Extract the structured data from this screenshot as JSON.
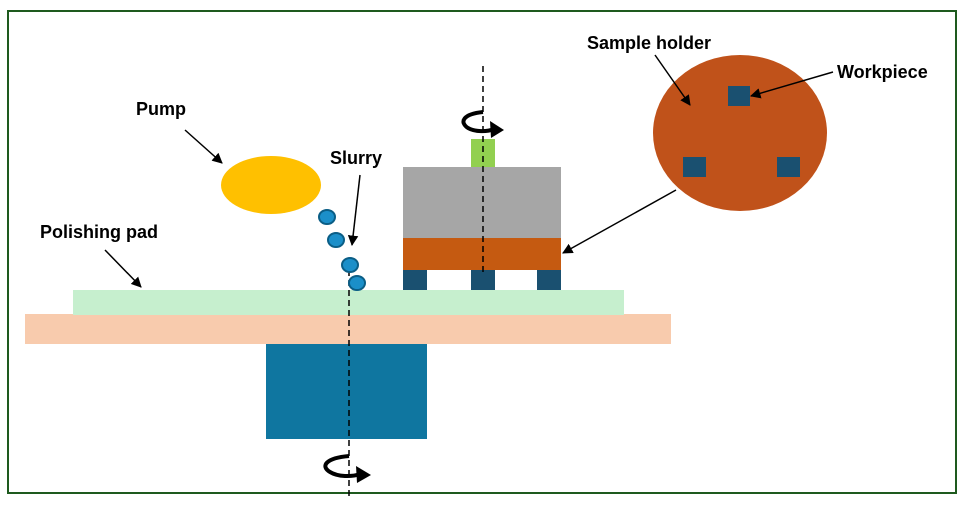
{
  "labels": {
    "pump": "Pump",
    "slurry": "Slurry",
    "polishing_pad": "Polishing pad",
    "sample_holder": "Sample holder",
    "workpiece": "Workpiece"
  },
  "colors": {
    "frame_border": "#1e5a1e",
    "pump": "#ffc000",
    "slurry_drop_fill": "#1b8fc9",
    "slurry_drop_stroke": "#0b5e86",
    "polishing_pad": "#c6efce",
    "platen": "#f8cbad",
    "platen_base": "#0f76a0",
    "holder_body": "#a6a6a6",
    "holder_plate": "#c55a11",
    "holder_shaft": "#92d050",
    "workpiece": "#1a5070",
    "sample_disc": "#c0521a"
  }
}
